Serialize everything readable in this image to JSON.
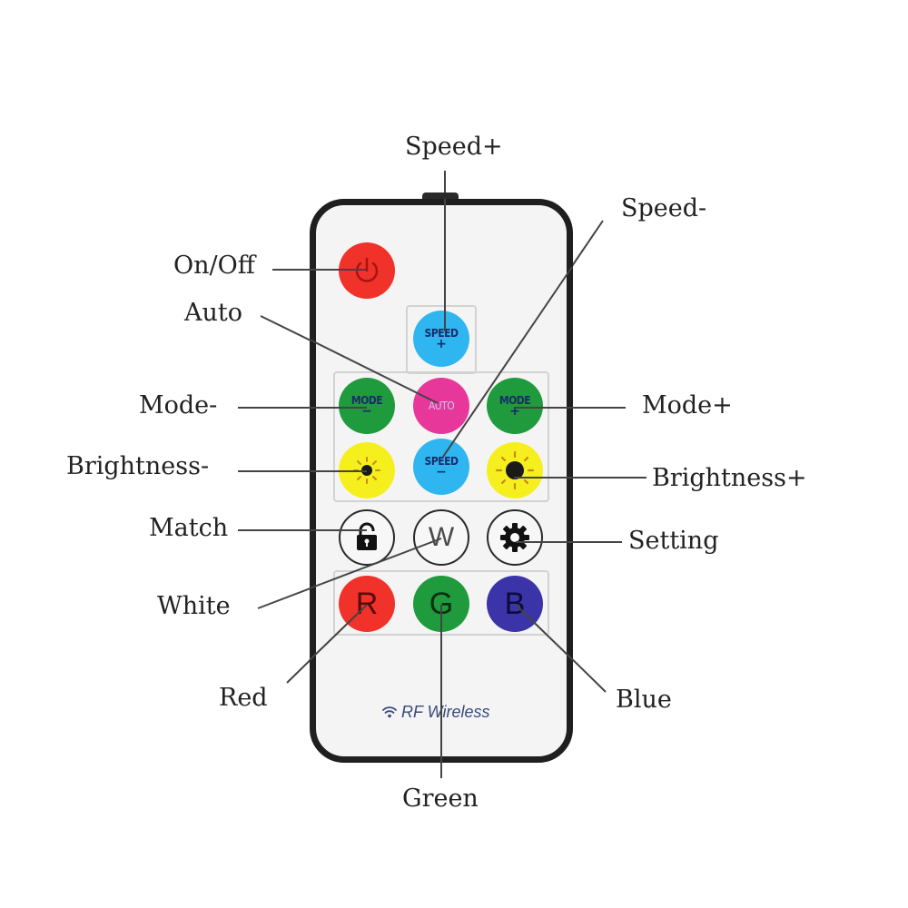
{
  "labels": {
    "speed_plus": "Speed+",
    "speed_minus": "Speed-",
    "on_off": "On/Off",
    "auto": "Auto",
    "mode_minus": "Mode-",
    "mode_plus": "Mode+",
    "brightness_minus": "Brightness-",
    "brightness_plus": "Brightness+",
    "match": "Match",
    "setting": "Setting",
    "white": "White",
    "red": "Red",
    "blue": "Blue",
    "green": "Green"
  },
  "buttons": {
    "speed_plus": {
      "line1": "SPEED",
      "line2": "+"
    },
    "speed_minus": {
      "line1": "SPEED",
      "line2": "−"
    },
    "mode_minus": {
      "line1": "MODE",
      "line2": "−"
    },
    "mode_plus": {
      "line1": "MODE",
      "line2": "+"
    },
    "auto": {
      "line1": "AUTO"
    },
    "white": {
      "letter": "W"
    },
    "red": {
      "letter": "R"
    },
    "green": {
      "letter": "G"
    },
    "blue": {
      "letter": "B"
    }
  },
  "brand": {
    "text": "RF Wireless"
  },
  "colors": {
    "power": "#f0322a",
    "speed": "#2fb6f0",
    "mode": "#1f9a3c",
    "auto": "#e8379a",
    "brightness": "#f6ef1e",
    "red": "#f0322a",
    "green": "#1f9a3c",
    "blue": "#3b34a8",
    "white_btn": "#f7f7f7"
  }
}
